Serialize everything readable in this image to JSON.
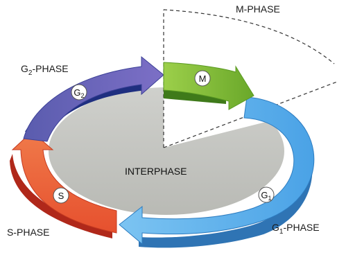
{
  "diagram": {
    "m_phase_label": "M-PHASE",
    "interphase_label": "INTERPHASE",
    "phases": {
      "m": {
        "badge": "M",
        "color": "#7ab830"
      },
      "g1": {
        "label_main": "G",
        "label_sub": "1",
        "label_suffix": "-PHASE",
        "badge_main": "G",
        "badge_sub": "1",
        "color": "#5fb2ec"
      },
      "s": {
        "label": "S-PHASE",
        "badge": "S",
        "color": "#ec5a3a"
      },
      "g2": {
        "label_main": "G",
        "label_sub": "2",
        "label_suffix": "-PHASE",
        "badge_main": "G",
        "badge_sub": "2",
        "color": "#6b5fb4"
      }
    }
  }
}
